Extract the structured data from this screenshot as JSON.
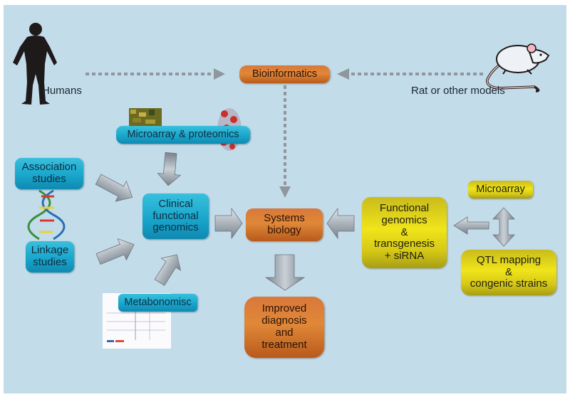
{
  "diagram": {
    "title": "",
    "sources": {
      "humans_label": "Humans",
      "rat_label": "Rat or other models"
    },
    "nodes": {
      "bioinformatics": "Bioinformatics",
      "microarray_proteomics": "Microarray & proteomics",
      "association_studies": [
        "Association",
        "studies"
      ],
      "linkage_studies": [
        "Linkage",
        "studies"
      ],
      "clinical_functional_genomics": [
        "Clinical",
        "functional",
        "genomics"
      ],
      "systems_biology": [
        "Systems",
        "biology"
      ],
      "functional_genomics_transgenesis": [
        "Functional",
        "genomics",
        "&",
        "transgenesis",
        "+ siRNA"
      ],
      "microarray": "Microarray",
      "qtl_mapping": [
        "QTL mapping",
        "&",
        "congenic strains"
      ],
      "metabonomics": "Metabonomisc",
      "improved_diagnosis": [
        "Improved",
        "diagnosis",
        "and",
        "treatment"
      ]
    },
    "edges": [
      {
        "from": "Humans",
        "to": "Bioinformatics",
        "style": "dotted"
      },
      {
        "from": "Rat or other models",
        "to": "Bioinformatics",
        "style": "dotted"
      },
      {
        "from": "Bioinformatics",
        "to": "Systems biology",
        "style": "dotted"
      },
      {
        "from": "Microarray & proteomics",
        "to": "Clinical functional genomics",
        "style": "block"
      },
      {
        "from": "Association studies",
        "to": "Clinical functional genomics",
        "style": "block"
      },
      {
        "from": "Linkage studies",
        "to": "Clinical functional genomics",
        "style": "block"
      },
      {
        "from": "Metabonomisc",
        "to": "Clinical functional genomics",
        "style": "block"
      },
      {
        "from": "Clinical functional genomics",
        "to": "Systems biology",
        "style": "block"
      },
      {
        "from": "Functional genomics & transgenesis + siRNA",
        "to": "Systems biology",
        "style": "block"
      },
      {
        "from": "Microarray / QTL mapping & congenic strains",
        "to": "Functional genomics & transgenesis + siRNA",
        "style": "block"
      },
      {
        "from": "Microarray",
        "to": "QTL mapping & congenic strains",
        "style": "double-block"
      },
      {
        "from": "Systems biology",
        "to": "Improved diagnosis and treatment",
        "style": "block"
      }
    ],
    "colors": {
      "background": "#c3dcea",
      "blue_node": "#1aa6cc",
      "orange_node": "#e08838",
      "yellow_node": "#f0e41a",
      "arrow_gray": "#9aa3ab",
      "dotted_arrow": "#8f969c"
    }
  }
}
